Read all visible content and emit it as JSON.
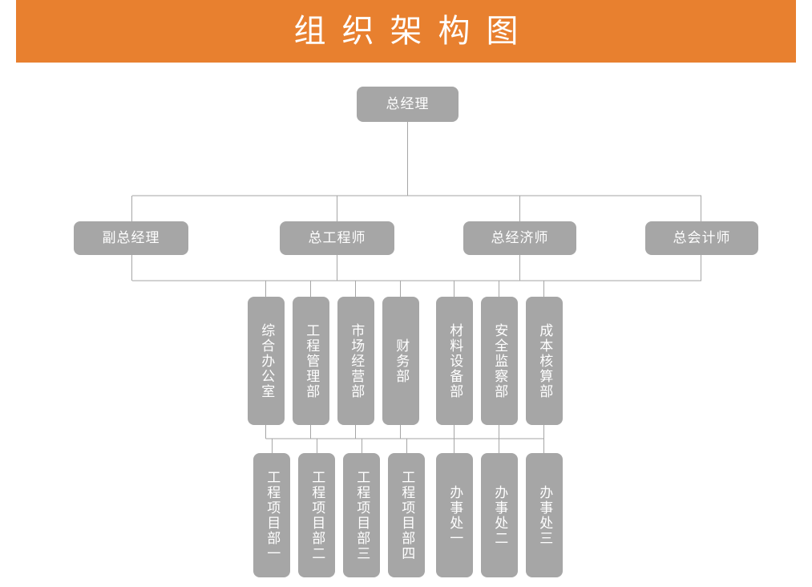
{
  "banner": {
    "title": "组织架构图",
    "background_color": "#E8802F",
    "text_color": "#FFFFFF"
  },
  "theme": {
    "node_fill": "#A6A6A6",
    "node_text": "#FFFFFF",
    "connector_color": "#A6A6A6",
    "page_background": "#FFFFFF"
  },
  "chart_data": {
    "type": "org-chart",
    "title": "组织架构图",
    "levels": [
      {
        "level": 1,
        "orientation": "horizontal",
        "nodes": [
          {
            "id": "gm",
            "label": "总经理"
          }
        ]
      },
      {
        "level": 2,
        "orientation": "horizontal",
        "nodes": [
          {
            "id": "dgm",
            "label": "副总经理"
          },
          {
            "id": "chief-engineer",
            "label": "总工程师"
          },
          {
            "id": "chief-economist",
            "label": "总经济师"
          },
          {
            "id": "chief-accountant",
            "label": "总会计师"
          }
        ]
      },
      {
        "level": 3,
        "orientation": "vertical",
        "nodes": [
          {
            "id": "dept-admin",
            "label": "综合办公室"
          },
          {
            "id": "dept-engineering",
            "label": "工程管理部"
          },
          {
            "id": "dept-market",
            "label": "市场经营部"
          },
          {
            "id": "dept-finance",
            "label": "财务部"
          },
          {
            "id": "dept-materials",
            "label": "材料设备部"
          },
          {
            "id": "dept-safety",
            "label": "安全监察部"
          },
          {
            "id": "dept-cost",
            "label": "成本核算部"
          }
        ]
      },
      {
        "level": 4,
        "orientation": "vertical",
        "nodes": [
          {
            "id": "project-1",
            "label": "工程项目部一"
          },
          {
            "id": "project-2",
            "label": "工程项目部二"
          },
          {
            "id": "project-3",
            "label": "工程项目部三"
          },
          {
            "id": "project-4",
            "label": "工程项目部四"
          },
          {
            "id": "office-1",
            "label": "办事处一"
          },
          {
            "id": "office-2",
            "label": "办事处二"
          },
          {
            "id": "office-3",
            "label": "办事处三"
          }
        ]
      }
    ]
  }
}
